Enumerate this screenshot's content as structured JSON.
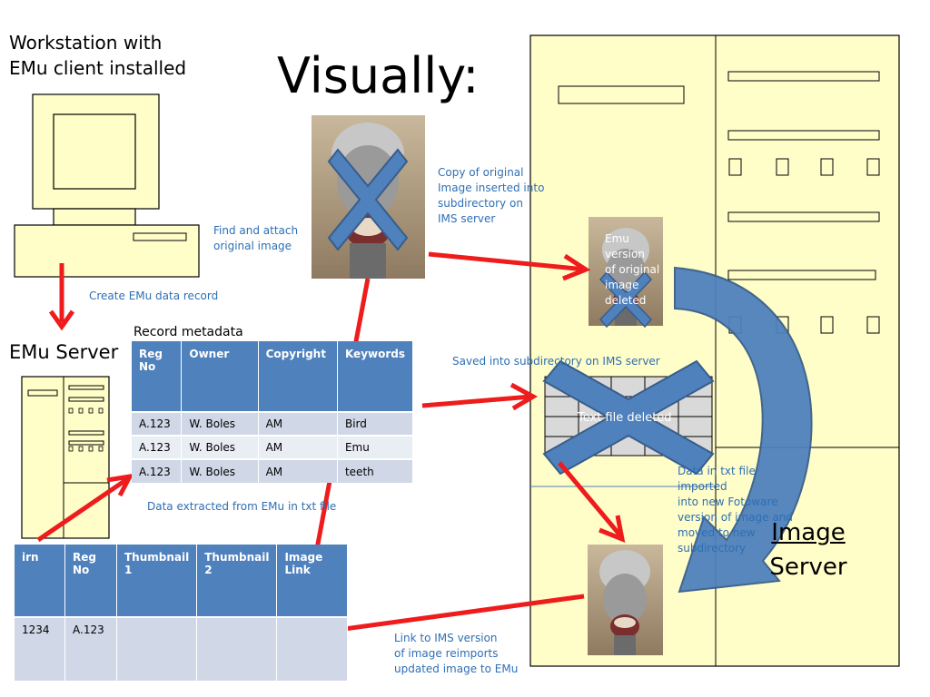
{
  "slide": {
    "title": "Visually:",
    "workstation_label": "Workstation with\nEMu client installed",
    "emu_server_label": "EMu Server",
    "record_metadata_label": "Record metadata",
    "image_server_label_line1": "Image",
    "image_server_label_line2": "Server"
  },
  "notes": {
    "find_attach": "Find and attach\noriginal image",
    "create_record": "Create  EMu data record",
    "copy_original": "Copy of original\nImage inserted into\nsubdirectory on\nIMS server",
    "saved_into": "Saved into subdirectory on IMS server",
    "data_extracted": "Data extracted from EMu in txt file",
    "data_imported": "Data in txt file\nimported\ninto new Fotoware\nversion of image and\nmoved to new\nsubdirectory",
    "link_reimports": "Link to IMS version\nof image reimports\nupdated image to EMu",
    "emu_version_deleted": "Emu\nversion\nof original\nimage\ndeleted",
    "text_file_deleted": "Text file deleted"
  },
  "metadata_table": {
    "headers": [
      "Reg\nNo",
      "Owner",
      "Copyright",
      "Keywords"
    ],
    "rows": [
      [
        "A.123",
        "W. Boles",
        "AM",
        "Bird"
      ],
      [
        "A.123",
        "W. Boles",
        "AM",
        "Emu"
      ],
      [
        "A.123",
        "W. Boles",
        "AM",
        "teeth"
      ]
    ]
  },
  "emu_table": {
    "headers": [
      "irn",
      "Reg\nNo",
      "Thumbnail\n1",
      "Thumbnail\n2",
      "Image\nLink"
    ],
    "rows": [
      [
        "1234",
        "A.123",
        "",
        "",
        ""
      ]
    ]
  },
  "colors": {
    "machine_fill": "#fffdc8",
    "arrow_red": "#ee1c1c",
    "cross_blue": "#4f81bd",
    "note_blue": "#2e6fb5",
    "table_header": "#4f81bd"
  }
}
